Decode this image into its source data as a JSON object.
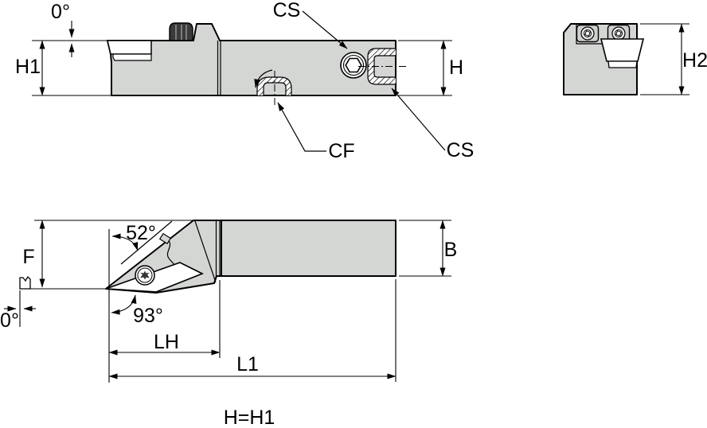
{
  "colors": {
    "body_fill": "#d4d6d3",
    "detail_fill": "#cdd0cd",
    "screw_dark": "#3a3a3a",
    "outline": "#000000",
    "background": "#ffffff"
  },
  "views": {
    "side": {
      "labels": {
        "back_rake_angle": "0°",
        "h1": "H1",
        "cs_top": "CS",
        "h": "H",
        "cf": "CF",
        "cs_end": "CS"
      }
    },
    "end": {
      "labels": {
        "h2": "H2"
      }
    },
    "top": {
      "labels": {
        "f": "F",
        "end_cutting_angle": "52°",
        "lead_angle": "93°",
        "zero_angle": "0°",
        "b": "B",
        "lh": "LH",
        "l1": "L1"
      }
    }
  },
  "footer": {
    "equation": "H=H1"
  }
}
